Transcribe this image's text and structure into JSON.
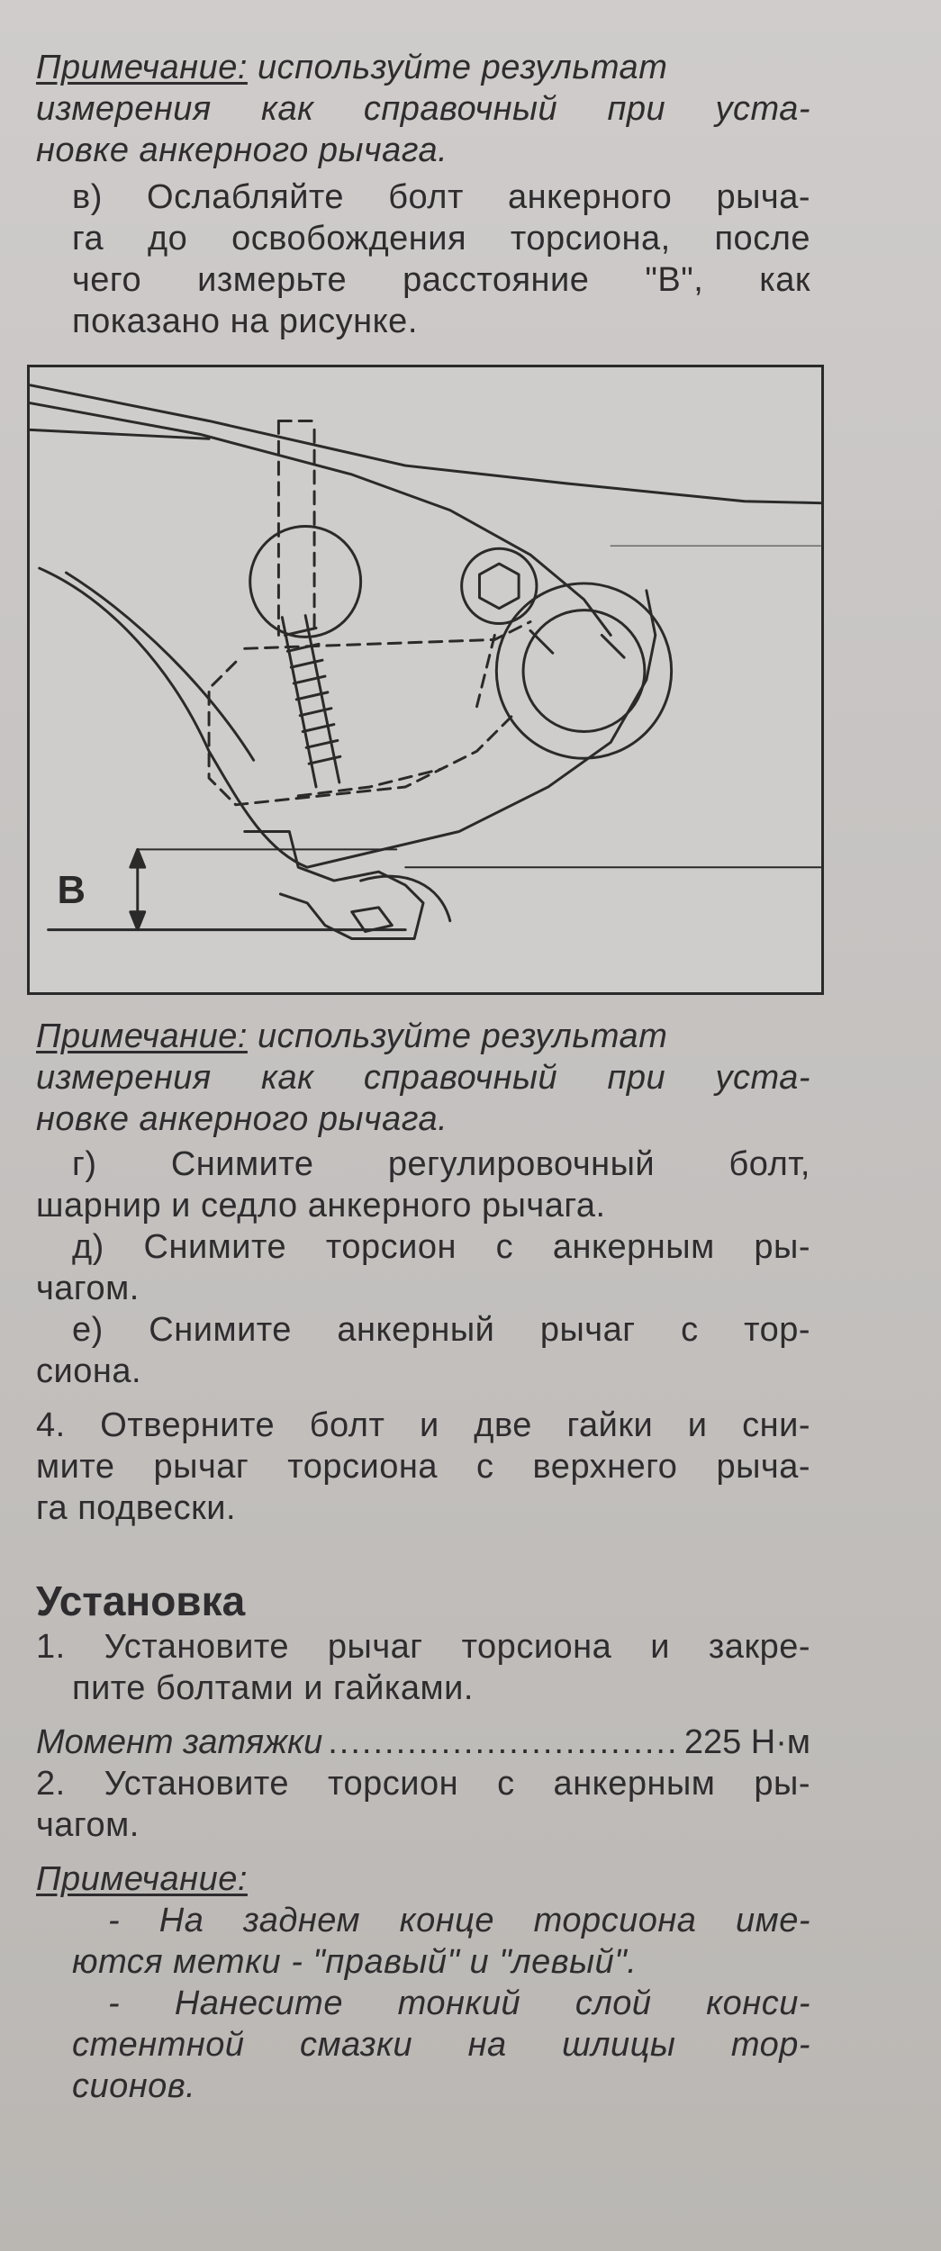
{
  "top_note": {
    "prefix": "Примечание:",
    "lines": [
      " используйте результат",
      "измерения как справочный при уста-",
      "новке анкерного рычага."
    ]
  },
  "step_v": {
    "lines": [
      "в) Ослабляйте болт анкерного рыча-",
      "га до освобождения торсиона, после",
      "чего измерьте расстояние \"В\", как",
      "показано на рисунке."
    ]
  },
  "figure": {
    "label_b": "B"
  },
  "mid_note": {
    "prefix": "Примечание:",
    "lines": [
      " используйте результат",
      "измерения как справочный при уста-",
      "новке анкерного рычага."
    ]
  },
  "steps_after": {
    "lines": [
      "г) Снимите регулировочный болт,",
      "шарнир и седло анкерного рычага.",
      "д) Снимите торсион с анкерным ры-",
      "чагом.",
      "е) Снимите анкерный рычаг с тор-",
      "сиона."
    ]
  },
  "step_4": {
    "lines": [
      "4. Отверните болт и две гайки и сни-",
      "мите рычаг торсиона с верхнего рыча-",
      "га подвески."
    ]
  },
  "installation": {
    "heading": "Установка",
    "step1": [
      "1. Установите рычаг торсиона и закре-",
      "пите болтами и гайками."
    ],
    "torque_label": "Момент затяжки",
    "torque_dots": "........................................................",
    "torque_value": "225 Н·м",
    "step2": [
      "2. Установите торсион с анкерным ры-",
      "чагом."
    ],
    "note_prefix": "Примечание:",
    "note_lines": [
      "- На заднем конце торсиона име-",
      "ются метки - \"правый\" и \"левый\".",
      "- Нанесите тонкий слой конси-",
      "стентной смазки на шлицы тор-",
      "сионов."
    ]
  }
}
